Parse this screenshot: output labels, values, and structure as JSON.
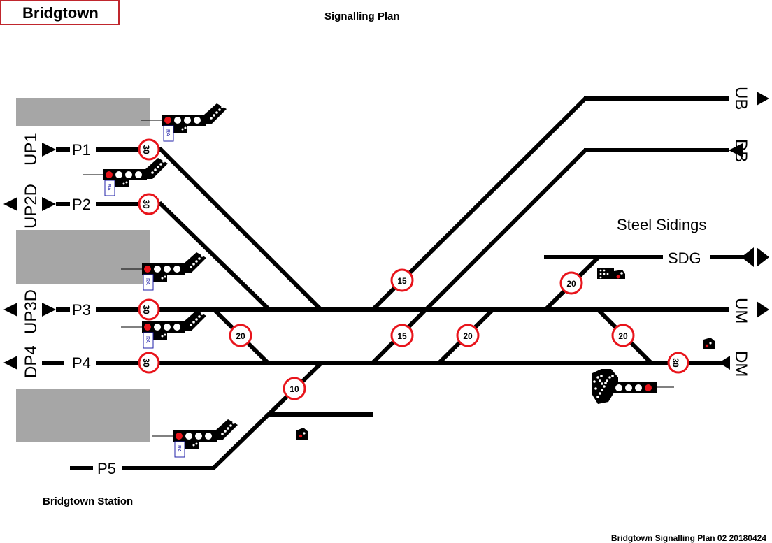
{
  "header": {
    "station_title": "Bridgtown",
    "plan_title": "Signalling Plan"
  },
  "footer": {
    "station_label": "Bridgtown Station",
    "document_ref": "Bridgtown Signalling Plan 02 20180424"
  },
  "platforms": {
    "p1": "P1",
    "p2": "P2",
    "p3": "P3",
    "p4": "P4",
    "p5": "P5"
  },
  "line_labels": {
    "up1": "UP1",
    "up2d": "UP2D",
    "up3d": "UP3D",
    "dp4": "DP4",
    "ub": "UB",
    "db": "DB",
    "sdg": "SDG",
    "um": "UM",
    "dm": "DM"
  },
  "sidings_label": "Steel Sidings",
  "speed_limits": {
    "p1": "30",
    "p2": "30",
    "p3": "30",
    "p4": "30",
    "xover_p3_p4": "20",
    "p4_down": "10",
    "ub_cross": "15",
    "db_cross": "15",
    "um_dm_cross": "20",
    "sdg_branch": "20",
    "um_dm_east": "20",
    "dm_exit": "30"
  },
  "route_indicator": "RA",
  "colors": {
    "track": "#000000",
    "red_aspect": "#e8141b",
    "speed_ring": "#e8141b",
    "platform": "#a6a6a6",
    "title_border": "#c0262d",
    "ra_border": "#2222aa"
  }
}
